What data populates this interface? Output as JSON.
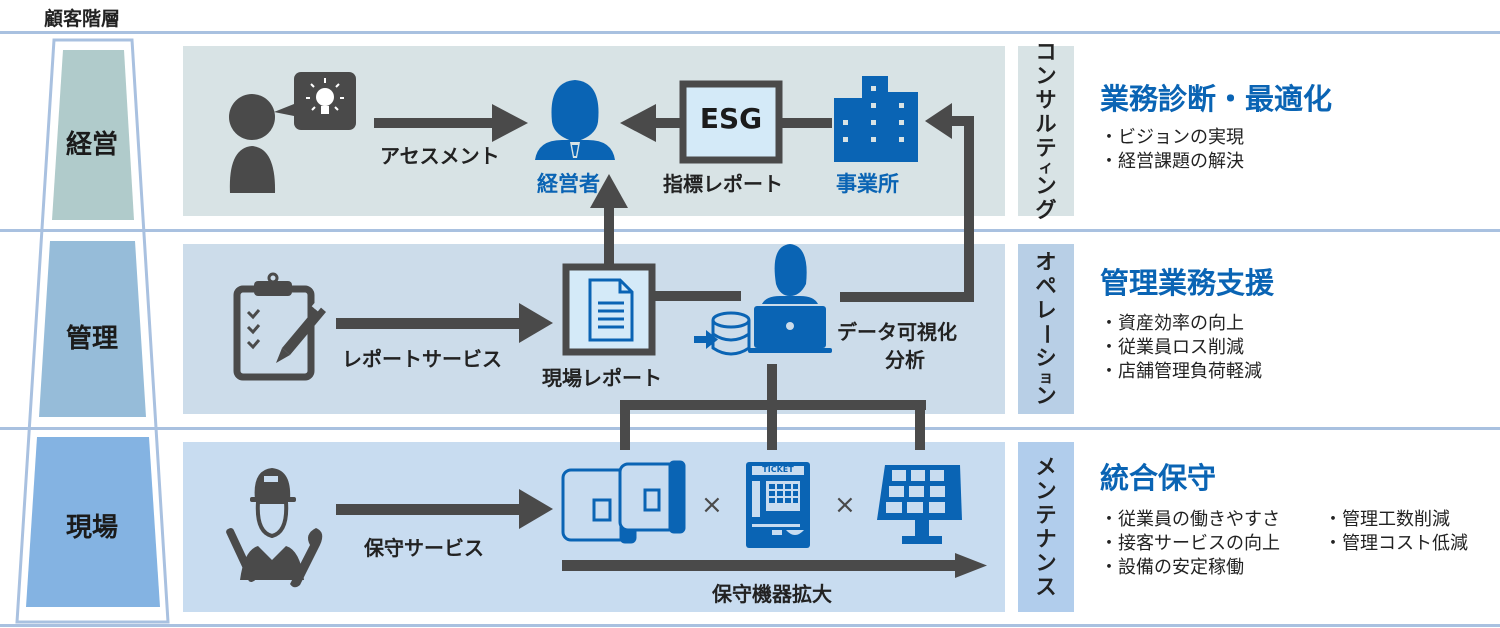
{
  "header": {
    "title": "顧客階層"
  },
  "colors": {
    "accent_blue": "#0a64b4",
    "arrow_gray": "#4a4a4a",
    "icon_gray": "#4a4a4a",
    "tier_mgmt": "#b0cbcb",
    "tier_admin": "#96bcd9",
    "tier_field": "#84b3e2",
    "row_mgmt_bg": "#d8e3e5",
    "row_admin_bg": "#ccdcea",
    "row_field_bg": "#c8dcf0",
    "divider": "#a9c1e0"
  },
  "tiers": [
    {
      "label": "経営"
    },
    {
      "label": "管理"
    },
    {
      "label": "現場"
    }
  ],
  "rows": {
    "management": {
      "assessment_label": "アセスメント",
      "executive_label": "経営者",
      "esg_box": "ESG",
      "indicator_report_label": "指標レポート",
      "office_label": "事業所"
    },
    "administration": {
      "report_service_label": "レポートサービス",
      "field_report_label": "現場レポート",
      "data_label_line1": "データ可視化",
      "data_label_line2": "分析"
    },
    "field": {
      "maintenance_service_label": "保守サービス",
      "times_1": "×",
      "times_2": "×",
      "ticket_label": "TICKET",
      "equipment_expand_label": "保守機器拡大"
    }
  },
  "services": [
    {
      "category": [
        "コ",
        "ン",
        "サ",
        "ル",
        "テ",
        "ィ",
        "ン",
        "グ"
      ],
      "title": "業務診断・最適化",
      "bullets": [
        "・ビジョンの実現",
        "・経営課題の解決"
      ]
    },
    {
      "category": [
        "オ",
        "ペ",
        "レ",
        "ー",
        "シ",
        "ョ",
        "ン"
      ],
      "title": "管理業務支援",
      "bullets": [
        "・資産効率の向上",
        "・従業員ロス削減",
        "・店舗管理負荷軽減"
      ]
    },
    {
      "category": [
        "メ",
        "ン",
        "テ",
        "ナ",
        "ン",
        "ス"
      ],
      "title": "統合保守",
      "bullets_col1": [
        "・従業員の働きやすさ",
        "・接客サービスの向上",
        "・設備の安定稼働"
      ],
      "bullets_col2": [
        "・管理工数削減",
        "・管理コスト低減"
      ]
    }
  ]
}
